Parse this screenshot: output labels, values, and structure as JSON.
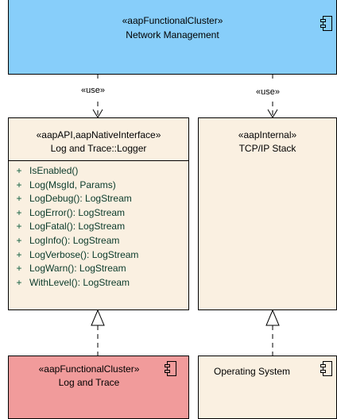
{
  "top_cluster": {
    "stereotype": "«aapFunctionalCluster»",
    "name": "Network Management",
    "icon": "component-icon",
    "fill": "#87cefa"
  },
  "use_left": "«use»",
  "use_right": "«use»",
  "logger": {
    "stereotype": "«aapAPI,aapNativeInterface»",
    "name": "Log and Trace::Logger",
    "fill": "#faf0e1",
    "operations": [
      {
        "vis": "+",
        "sig": "IsEnabled()"
      },
      {
        "vis": "+",
        "sig": "Log(MsgId, Params)"
      },
      {
        "vis": "+",
        "sig": "LogDebug(): LogStream"
      },
      {
        "vis": "+",
        "sig": "LogError(): LogStream"
      },
      {
        "vis": "+",
        "sig": "LogFatal(): LogStream"
      },
      {
        "vis": "+",
        "sig": "LogInfo(): LogStream"
      },
      {
        "vis": "+",
        "sig": "LogVerbose(): LogStream"
      },
      {
        "vis": "+",
        "sig": "LogWarn(): LogStream"
      },
      {
        "vis": "+",
        "sig": "WithLevel(): LogStream"
      }
    ]
  },
  "tcp": {
    "stereotype": "«aapInternal»",
    "name": "TCP/IP Stack",
    "fill": "#faf0e1"
  },
  "log_trace": {
    "stereotype": "«aapFunctionalCluster»",
    "name": "Log and Trace",
    "icon": "component-icon",
    "fill": "#f19b9b"
  },
  "os": {
    "name": "Operating System",
    "icon": "component-icon",
    "fill": "#faf0e1"
  }
}
